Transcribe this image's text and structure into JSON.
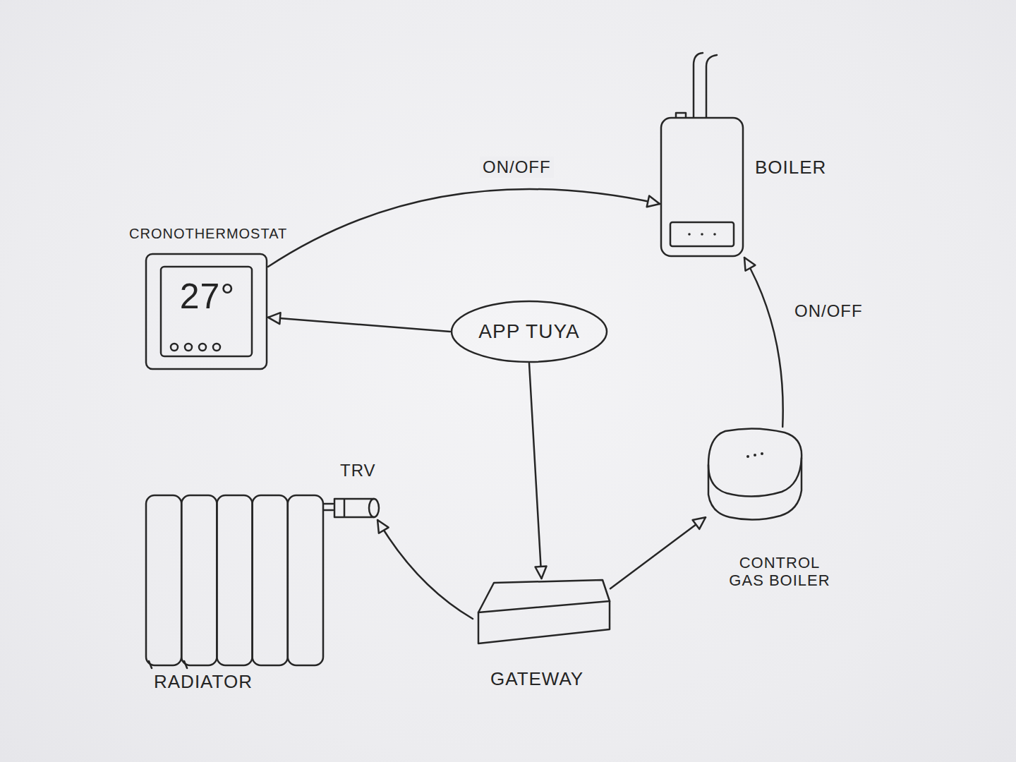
{
  "diagram": {
    "nodes": [
      {
        "text": [
          "BOILER"
        ]
      },
      {
        "text": [
          "CRONOTHERMOSTAT",
          "27°"
        ]
      },
      {
        "text": [
          "APP TUYA"
        ]
      },
      {
        "text": [
          "TRV"
        ]
      },
      {
        "text": [
          "RADIATOR"
        ]
      },
      {
        "text": [
          "CONTROL GAS BOILER"
        ]
      },
      {
        "text": [
          "GATEWAY"
        ]
      }
    ],
    "edges": [
      {
        "from": 1,
        "to": 0,
        "label": "ON/OFF",
        "arrow": "to"
      },
      {
        "from": 2,
        "to": 1,
        "arrow": "to"
      },
      {
        "from": 2,
        "to": 6,
        "arrow": "to"
      },
      {
        "from": 6,
        "to": 3,
        "arrow": "to"
      },
      {
        "from": 6,
        "to": 5,
        "arrow": "to"
      },
      {
        "from": 5,
        "to": 0,
        "label": "ON/OFF",
        "arrow": "to"
      }
    ]
  }
}
